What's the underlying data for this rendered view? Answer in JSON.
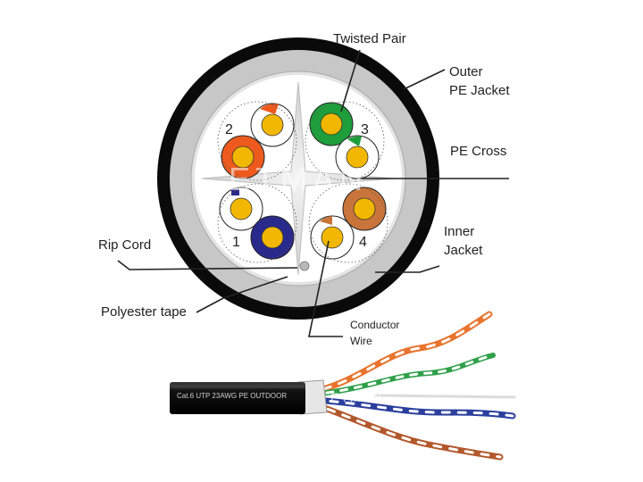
{
  "labels": {
    "twisted_pair": "Twisted Pair",
    "outer_jacket_line1": "Outer",
    "outer_jacket_line2": "PE Jacket",
    "pe_cross": "PE Cross",
    "inner_jacket_line1": "Inner",
    "inner_jacket_line2": "Jacket",
    "rip_cord": "Rip Cord",
    "polyester_tape": "Polyester tape",
    "conductor_line1": "Conductor",
    "conductor_line2": "Wire"
  },
  "pair_numbers": [
    "1",
    "2",
    "3",
    "4"
  ],
  "watermark": "ETMAN",
  "jacket_print": "Cat.6 UTP 23AWG PE OUTDOOR",
  "colors": {
    "pair_blue": "#2a2a8c",
    "pair_orange": "#ee5a1e",
    "pair_green": "#1f9e3c",
    "pair_brown": "#c8743a",
    "conductor": "#f2b700",
    "outer_jacket": "#0a0a0a",
    "inner_jacket": "#c8c8c8"
  }
}
